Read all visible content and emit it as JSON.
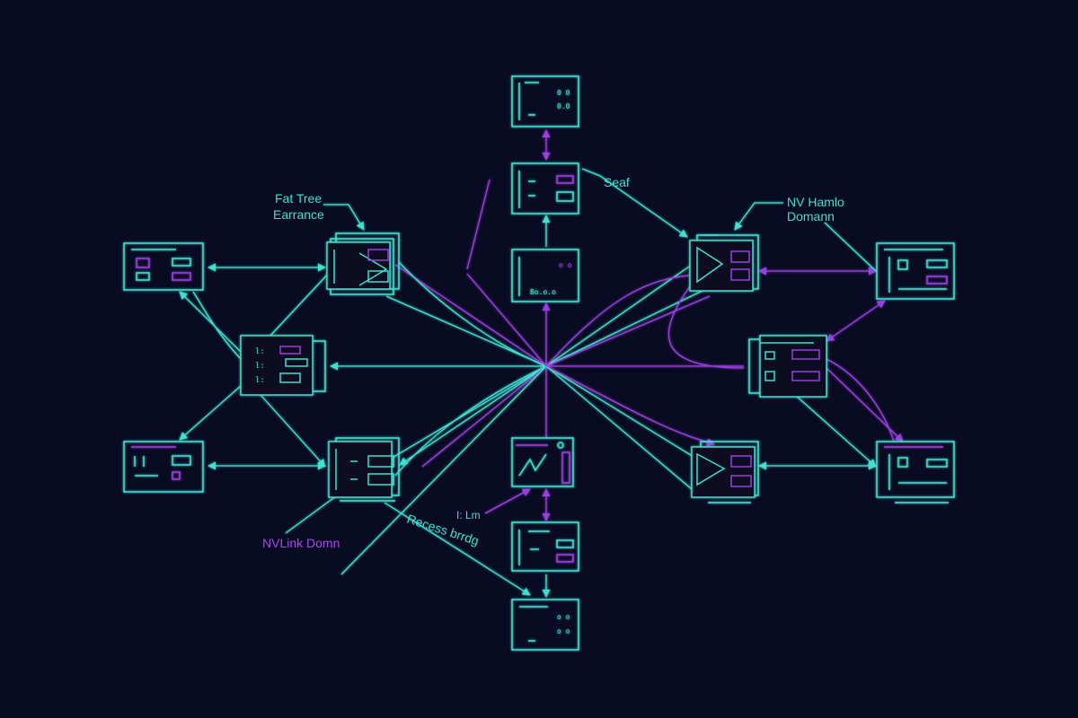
{
  "colors": {
    "background": "#090b22",
    "cyan": "#3fe0d0",
    "violet": "#9b3fe0",
    "violet_text": "#a64ce6"
  },
  "labels": {
    "fat_tree": [
      "Fat Tree",
      "Earrance"
    ],
    "seaf": "Seaf",
    "nv_domain": [
      "NV Hamlo",
      "Domann"
    ],
    "nvlink": "NVLink  Domn",
    "recess_bridge": "Recess brrdg",
    "small_tag": "I: Lm"
  },
  "nodes": [
    {
      "id": "top"
    },
    {
      "id": "upper-mid"
    },
    {
      "id": "center-top"
    },
    {
      "id": "fat-tree-switch"
    },
    {
      "id": "far-left-upper"
    },
    {
      "id": "left-mid"
    },
    {
      "id": "far-left-lower"
    },
    {
      "id": "lower-left-switch"
    },
    {
      "id": "center-bottom"
    },
    {
      "id": "lower-mid"
    },
    {
      "id": "bottom"
    },
    {
      "id": "right-upper-switch"
    },
    {
      "id": "far-right-upper"
    },
    {
      "id": "right-mid"
    },
    {
      "id": "right-lower-switch"
    },
    {
      "id": "far-right-lower"
    }
  ]
}
